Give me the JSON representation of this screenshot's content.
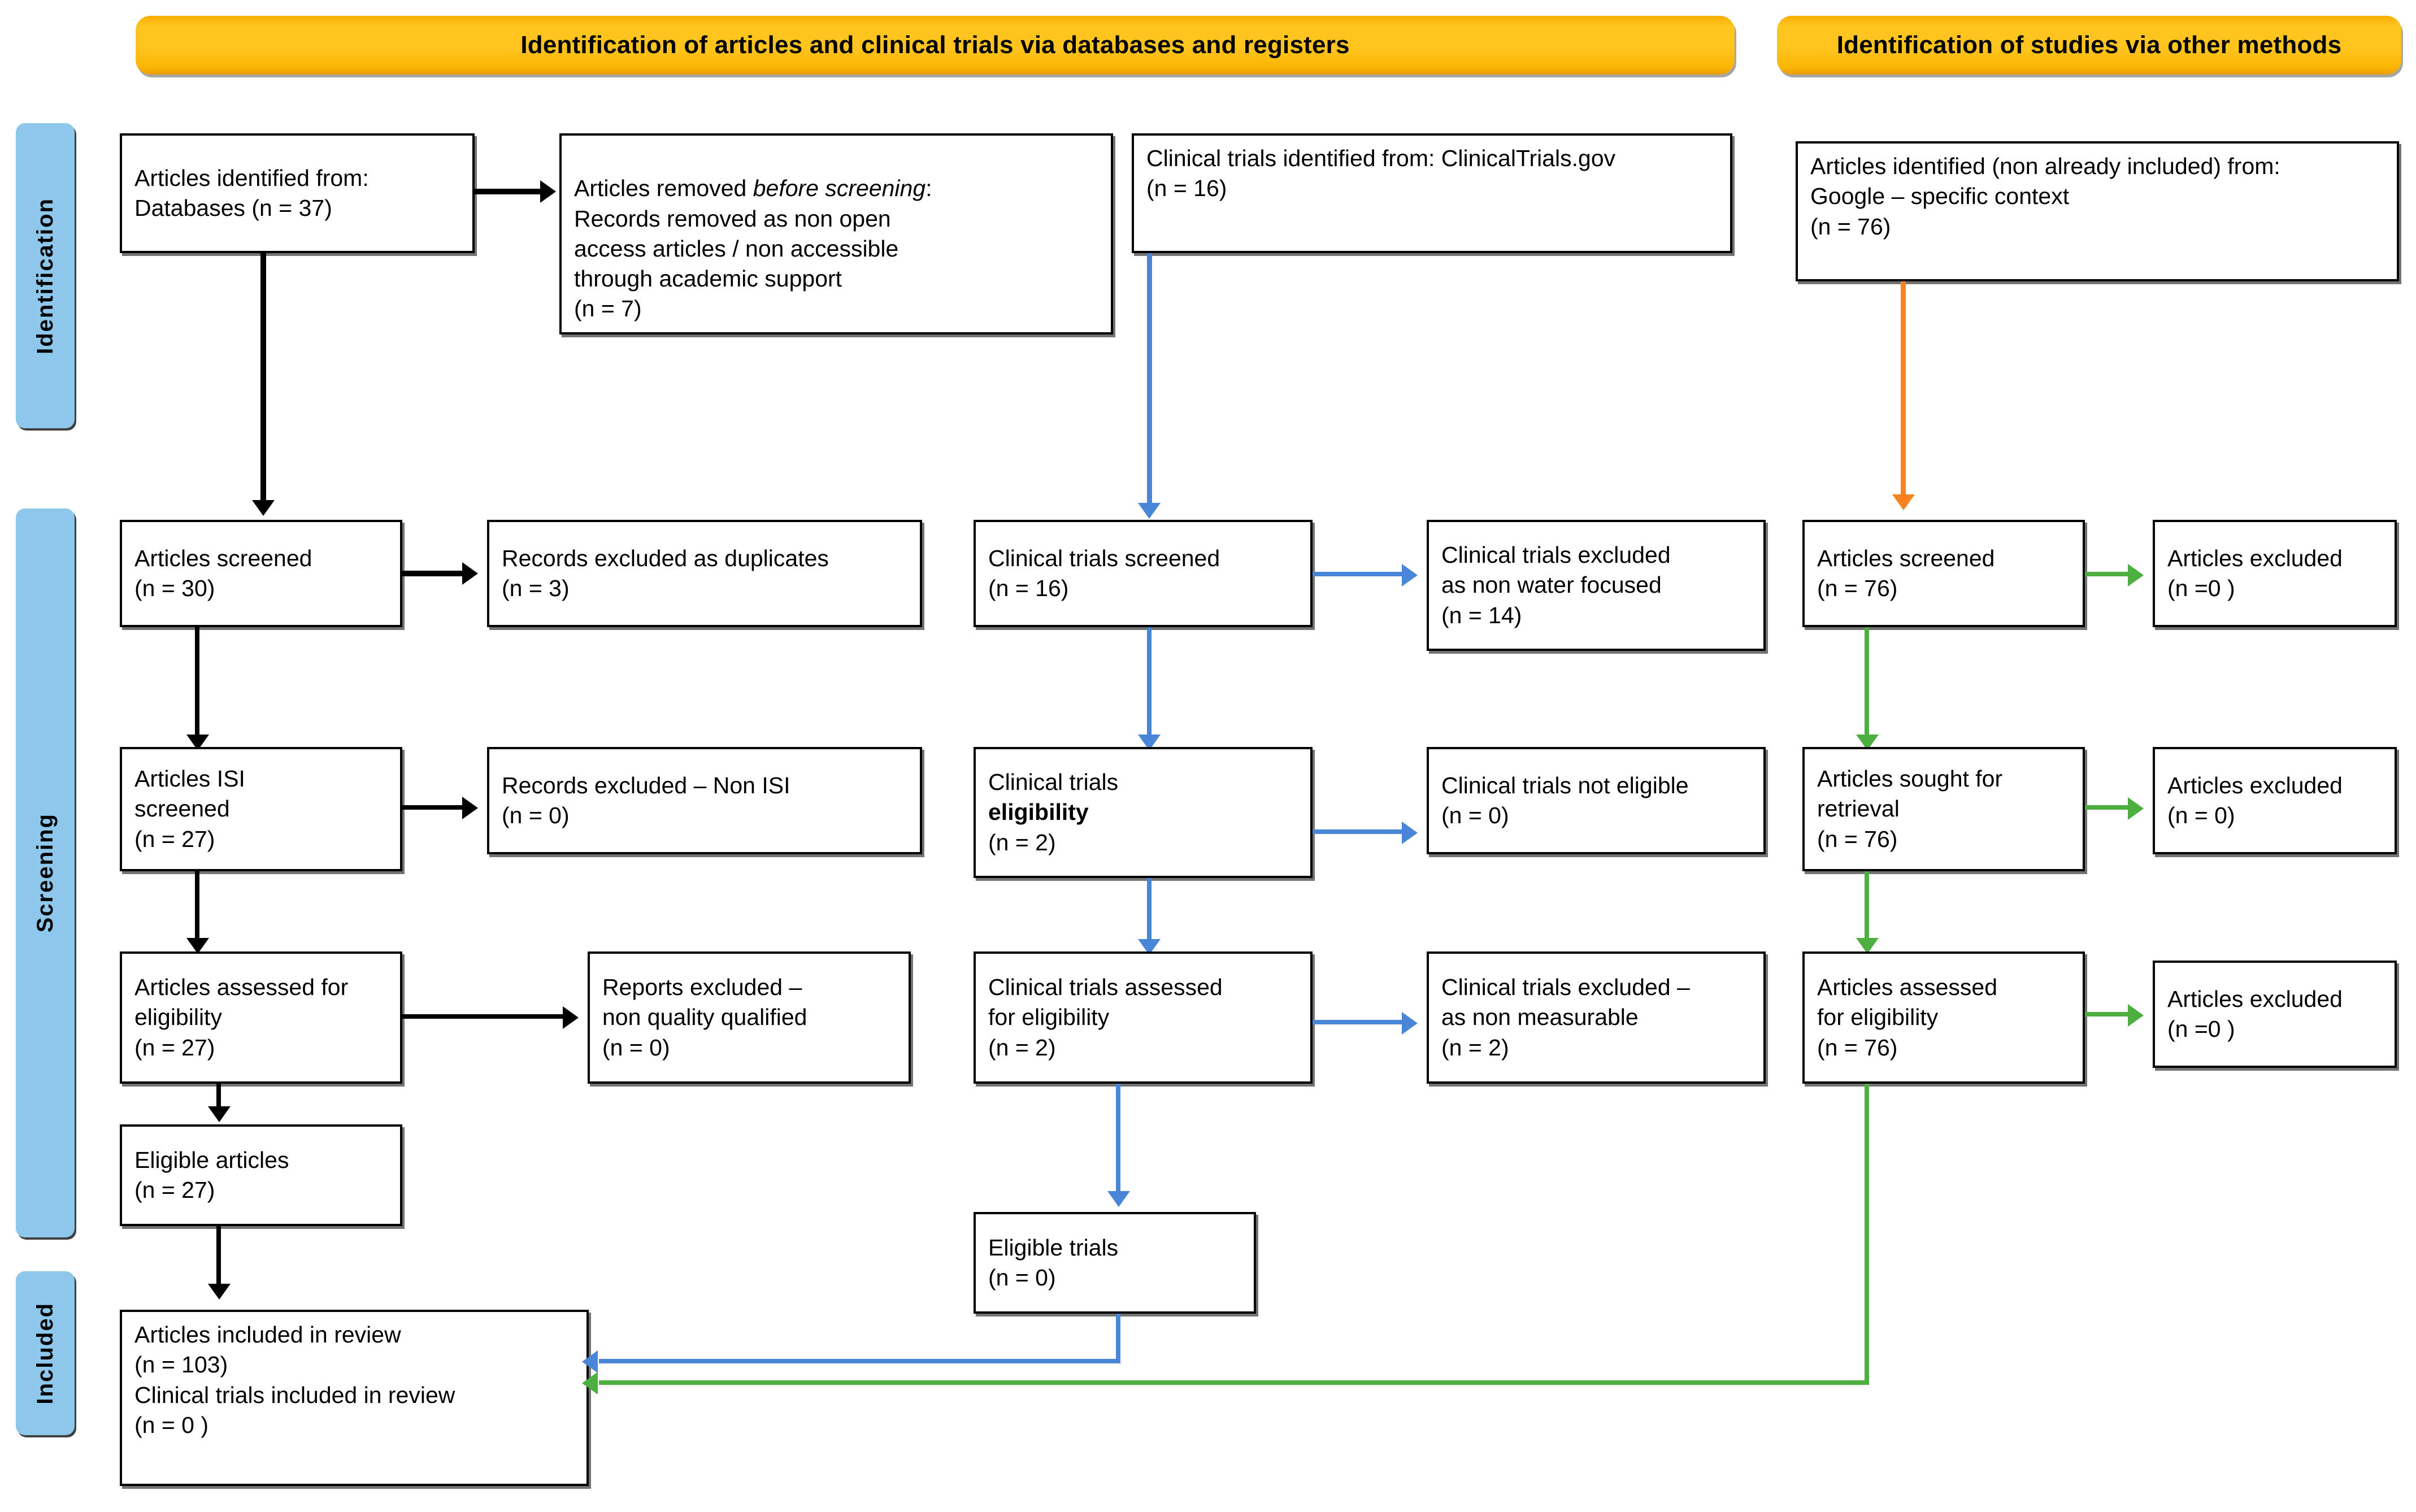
{
  "colors": {
    "banner_orange": "#ffc41d",
    "rail_blue": "#8dc7ec",
    "arrow_black": "#000000",
    "arrow_blue": "#4a86d8",
    "arrow_green": "#4caf3f",
    "arrow_orange": "#f7821e",
    "box_border": "#000000",
    "background": "#ffffff"
  },
  "banners": {
    "databases": "Identification of articles and clinical trials via databases and registers",
    "other_methods": "Identification of studies via other methods"
  },
  "rails": {
    "identification": "Identification",
    "screening": "Screening",
    "included": "Included"
  },
  "boxes": {
    "articles_identified": "Articles identified from:\n   Databases (n = 37)",
    "articles_removed_before_screening_head": "Articles removed ",
    "articles_removed_before_screening_em": "before screening",
    "articles_removed_before_screening_tail": ":",
    "articles_removed_before_screening_body": "   Records removed as non open\naccess articles / non accessible\nthrough academic support\n   (n = 7)",
    "trials_identified": "Clinical trials identified from: ClinicalTrials.gov\n(n = 16)",
    "other_identified": "Articles identified (non already included) from:\nGoogle – specific context\n(n = 76)",
    "articles_screened": "Articles screened\n(n = 30)",
    "records_excluded_duplicates": "Records excluded as duplicates\n(n = 3)",
    "articles_isi_screened": "Articles ISI\nscreened\n(n = 27)",
    "records_excluded_non_isi": "Records excluded – Non ISI\n(n = 0)",
    "articles_assessed_eligibility": "Articles assessed for\neligibility\n(n = 27)",
    "reports_excluded_quality": "Reports excluded –\nnon quality qualified\n(n = 0)",
    "eligible_articles": "Eligible articles\n(n = 27)",
    "trials_screened": "Clinical trials screened\n(n = 16)",
    "trials_excluded_non_water": "Clinical trials excluded\nas non water focused\n(n = 14)",
    "trials_eligibility_head": "Clinical trials\n",
    "trials_eligibility_bold": "eligibility",
    "trials_eligibility_tail": "\n(n = 2)",
    "trials_not_eligible": "Clinical trials not eligible\n(n =  0)",
    "trials_assessed_eligibility": "Clinical trials assessed\nfor eligibility\n(n = 2)",
    "trials_excluded_non_measurable": "Clinical trials excluded –\nas non measurable\n(n = 2)",
    "eligible_trials": "Eligible trials\n(n = 0)",
    "other_articles_screened": "Articles screened\n(n = 76)",
    "other_articles_excluded_1": "Articles excluded\n(n =0 )",
    "other_articles_sought": "Articles sought for\nretrieval\n(n = 76)",
    "other_articles_excluded_2": "Articles excluded\n(n = 0)",
    "other_articles_assessed": "Articles assessed\nfor eligibility\n(n = 76)",
    "other_articles_excluded_3": "Articles excluded\n(n =0 )",
    "included_review": "Articles included in review\n(n = 103)\nClinical trials included in review\n(n = 0 )"
  }
}
